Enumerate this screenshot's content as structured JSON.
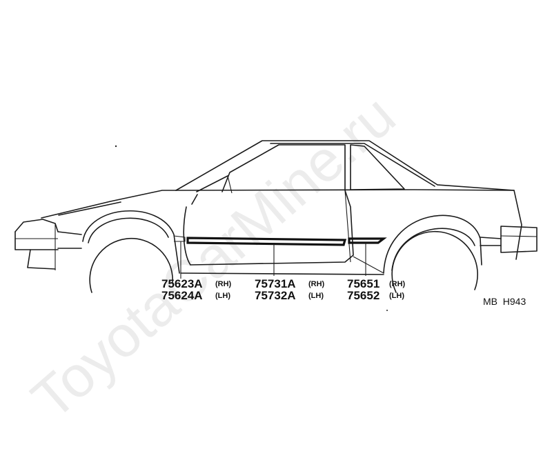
{
  "diagram": {
    "watermark": "ToyotaCarMine.ru",
    "reference_code": "MB  H943",
    "parts": [
      {
        "number": "75623A",
        "side": "(RH)"
      },
      {
        "number": "75624A",
        "side": "(LH)"
      },
      {
        "number": "75731A",
        "side": "(RH)"
      },
      {
        "number": "75732A",
        "side": "(LH)"
      },
      {
        "number": "75651",
        "side": "(RH)"
      },
      {
        "number": "75652",
        "side": "(LH)"
      }
    ]
  }
}
